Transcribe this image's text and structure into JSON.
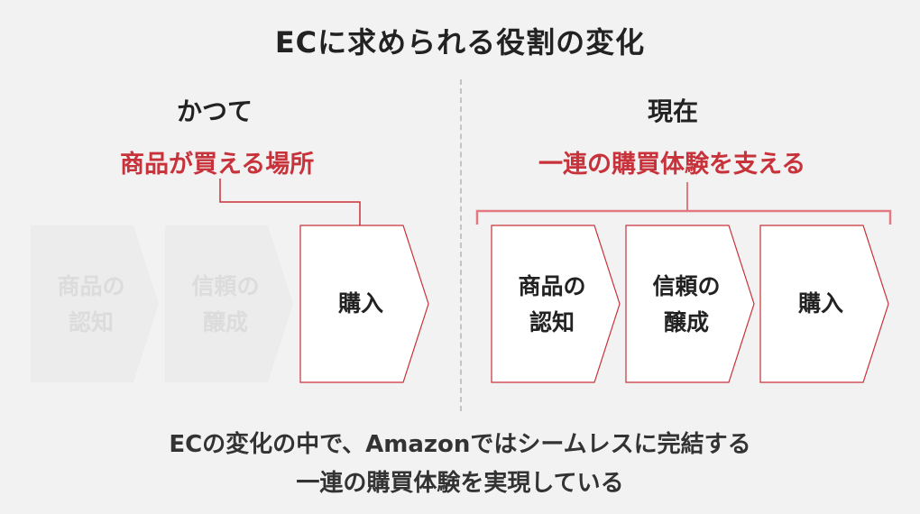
{
  "title": "ECに求められる役割の変化",
  "past": {
    "heading": "かつて",
    "subheading": "商品が買える場所",
    "steps": [
      "商品の\n認知",
      "信頼の\n醸成",
      "購入"
    ]
  },
  "present": {
    "heading": "現在",
    "subheading": "一連の購買体験を支える",
    "steps": [
      "商品の\n認知",
      "信頼の\n醸成",
      "購入"
    ]
  },
  "footer": {
    "line1": "ECの変化の中で、Amazonではシームレスに完結する",
    "line2": "一連の購買体験を実現している"
  },
  "colors": {
    "accent": "#c8323a",
    "background": "#f2f2f2",
    "faded_fill": "#ececec",
    "box_fill": "#ffffff",
    "text": "#222222"
  }
}
